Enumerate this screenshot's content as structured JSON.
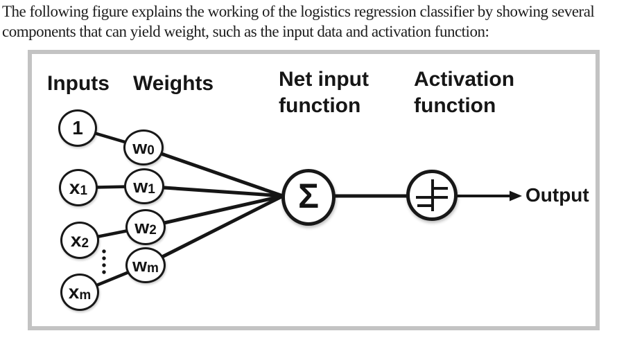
{
  "page": {
    "intro_lines": [
      "The following figure explains the working of the logistics regression classifier by showing several",
      "components that can yield weight, such as the input data and activation function:"
    ]
  },
  "figure": {
    "headers": {
      "inputs": "Inputs",
      "weights": "Weights",
      "net_input": [
        "Net input",
        "function"
      ],
      "activation": [
        "Activation",
        "function"
      ]
    },
    "nodes": {
      "bias": {
        "base": "1",
        "sub": ""
      },
      "x1": {
        "base": "x",
        "sub": "1"
      },
      "x2": {
        "base": "x",
        "sub": "2"
      },
      "xm": {
        "base": "x",
        "sub": "m"
      },
      "w0": {
        "base": "w",
        "sub": "0"
      },
      "w1": {
        "base": "w",
        "sub": "1"
      },
      "w2": {
        "base": "w",
        "sub": "2"
      },
      "wm": {
        "base": "w",
        "sub": "m"
      }
    },
    "sum_symbol": "Σ",
    "output_label": "Output",
    "icons": {
      "activation": "step-function-icon",
      "output_arrow": "arrow-right-icon",
      "continuation": "vertical-ellipsis-icon"
    },
    "colors": {
      "diagram_stroke": "#161616",
      "frame_border": "#c3c3c3",
      "text": "#1d1d1d"
    }
  }
}
